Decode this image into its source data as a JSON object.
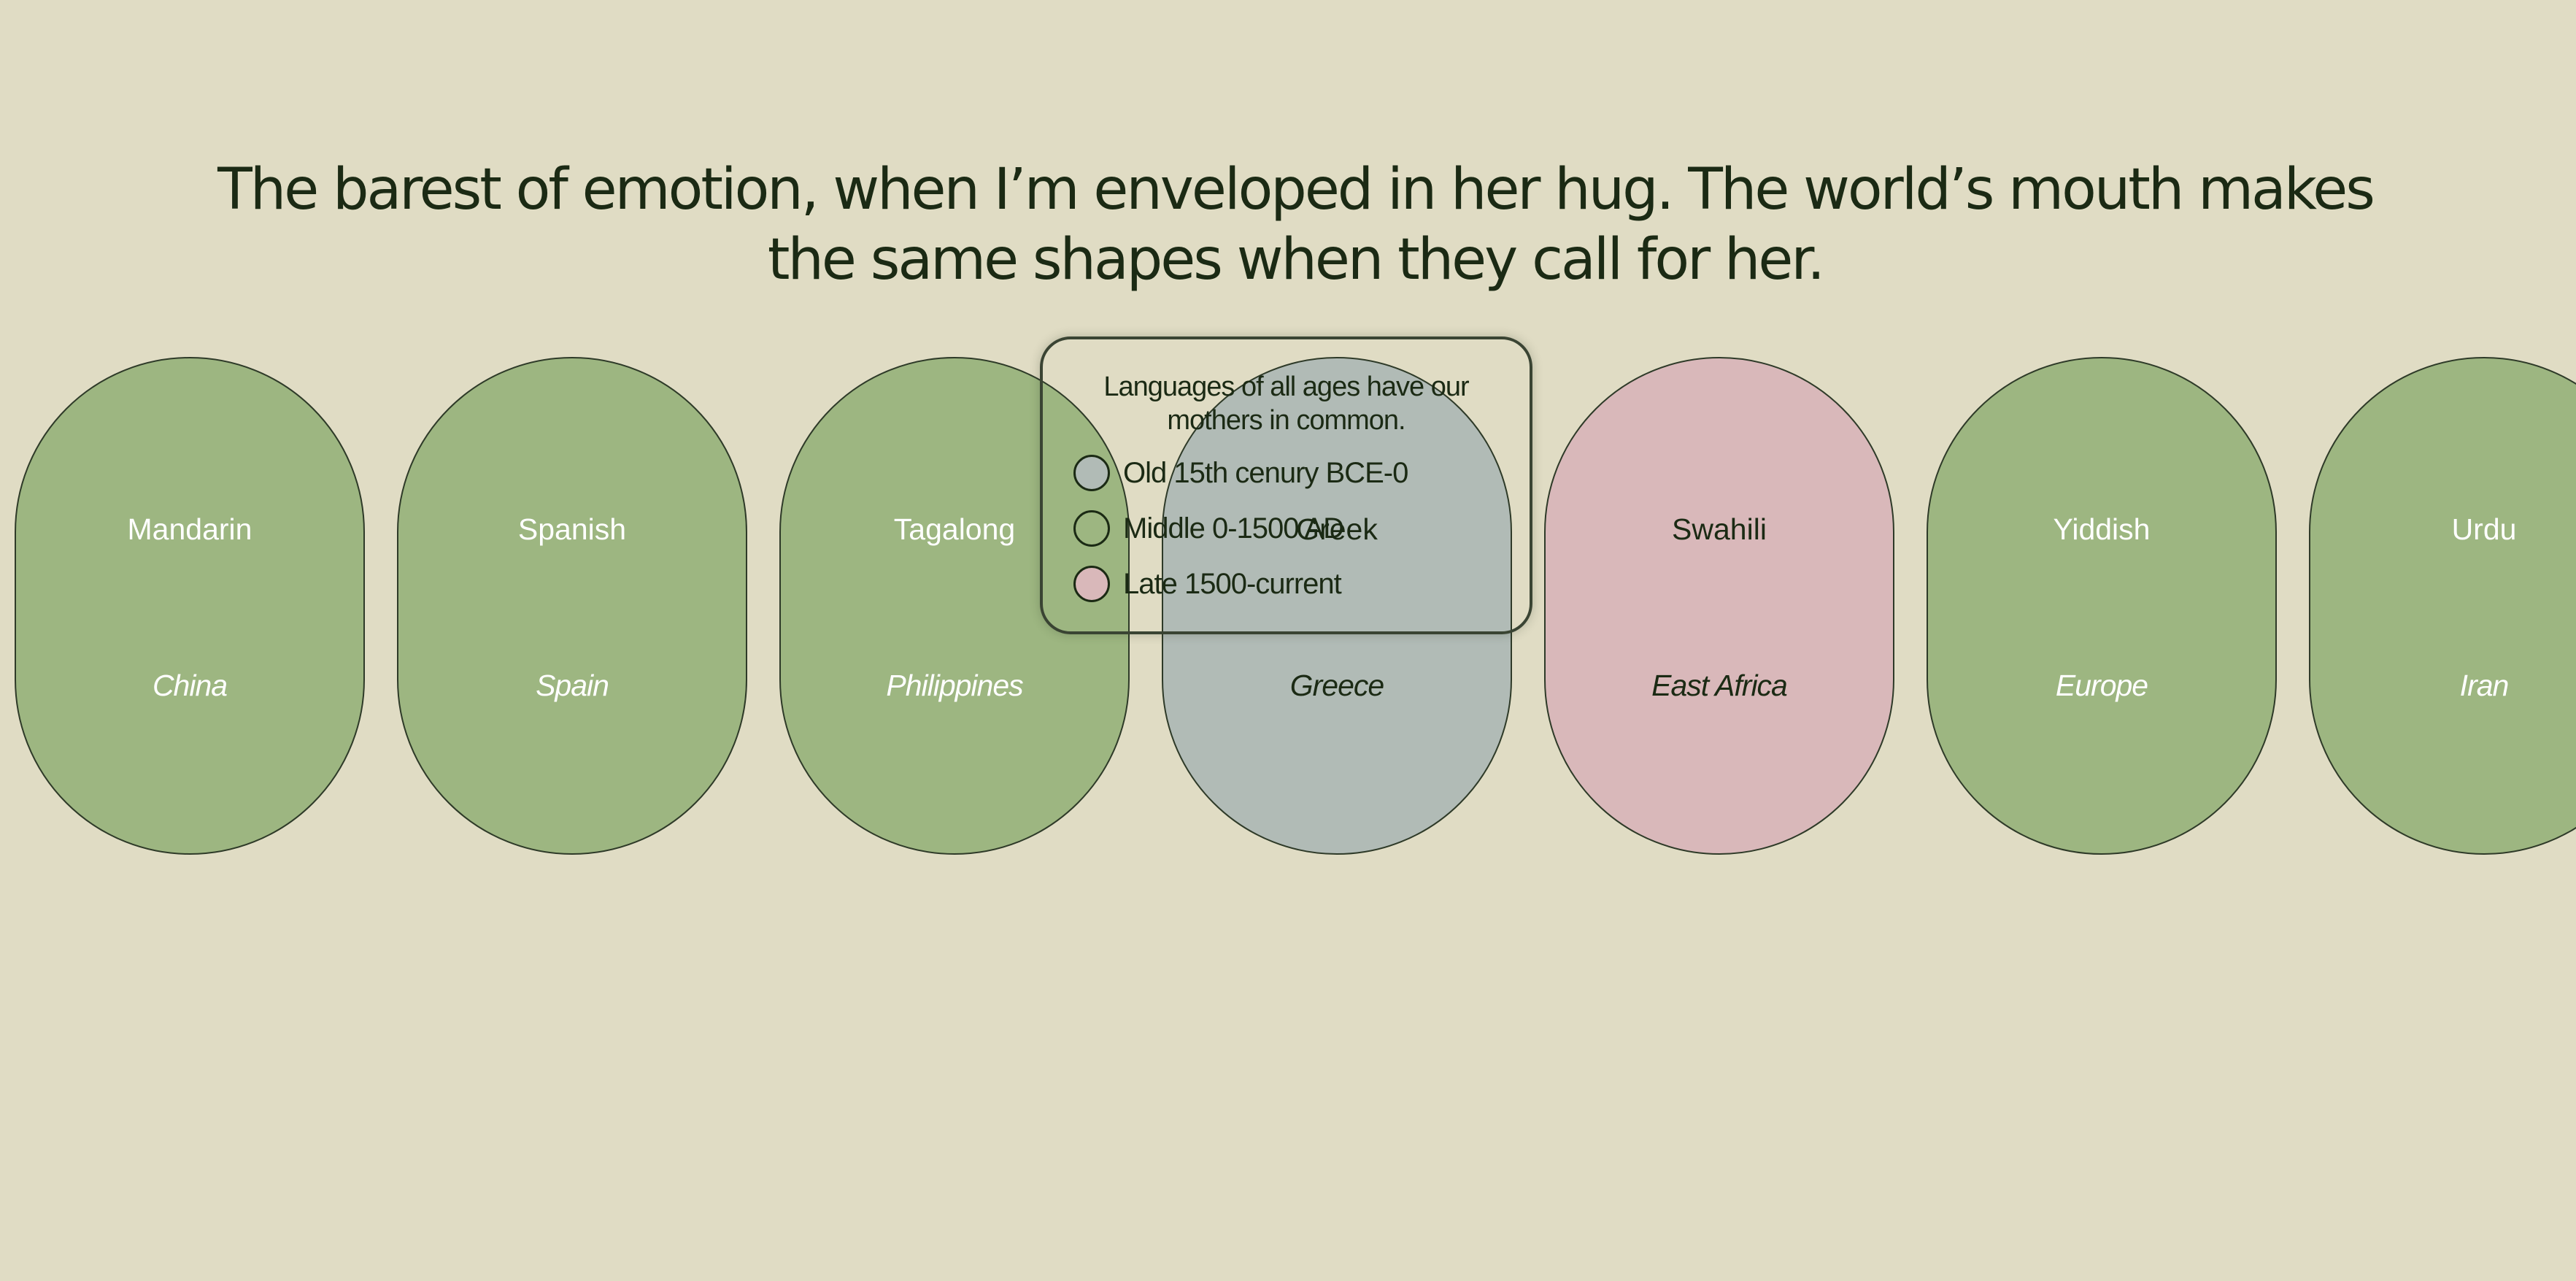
{
  "headline": "The barest of emotion, when I’m enveloped in her hug. The world’s mouth makes the same shapes when they call for her.",
  "colors": {
    "background": "#e0dcc4",
    "ink": "#1b2a14",
    "period_old": "#b1bbb6",
    "period_middle": "#9db681",
    "period_late": "#d9b8ba"
  },
  "languages": [
    {
      "name": "Mandarin",
      "region": "China",
      "period": "middle"
    },
    {
      "name": "Spanish",
      "region": "Spain",
      "period": "middle"
    },
    {
      "name": "Tagalong",
      "region": "Philippines",
      "period": "middle"
    },
    {
      "name": "Greek",
      "region": "Greece",
      "period": "old"
    },
    {
      "name": "Swahili",
      "region": "East Africa",
      "period": "late"
    },
    {
      "name": "Yiddish",
      "region": "Europe",
      "period": "middle"
    },
    {
      "name": "Urdu",
      "region": "Iran",
      "period": "middle"
    }
  ],
  "legend": {
    "title": "Languages of all ages have our mothers in common.",
    "items": [
      {
        "id": "old",
        "label": "Old 15th cenury BCE-0",
        "swatch": "#b1bbb6"
      },
      {
        "id": "middle",
        "label": "Middle 0-1500 AD",
        "swatch": "#9db681"
      },
      {
        "id": "late",
        "label": "Late 1500-current",
        "swatch": "#d9b8ba"
      }
    ]
  }
}
